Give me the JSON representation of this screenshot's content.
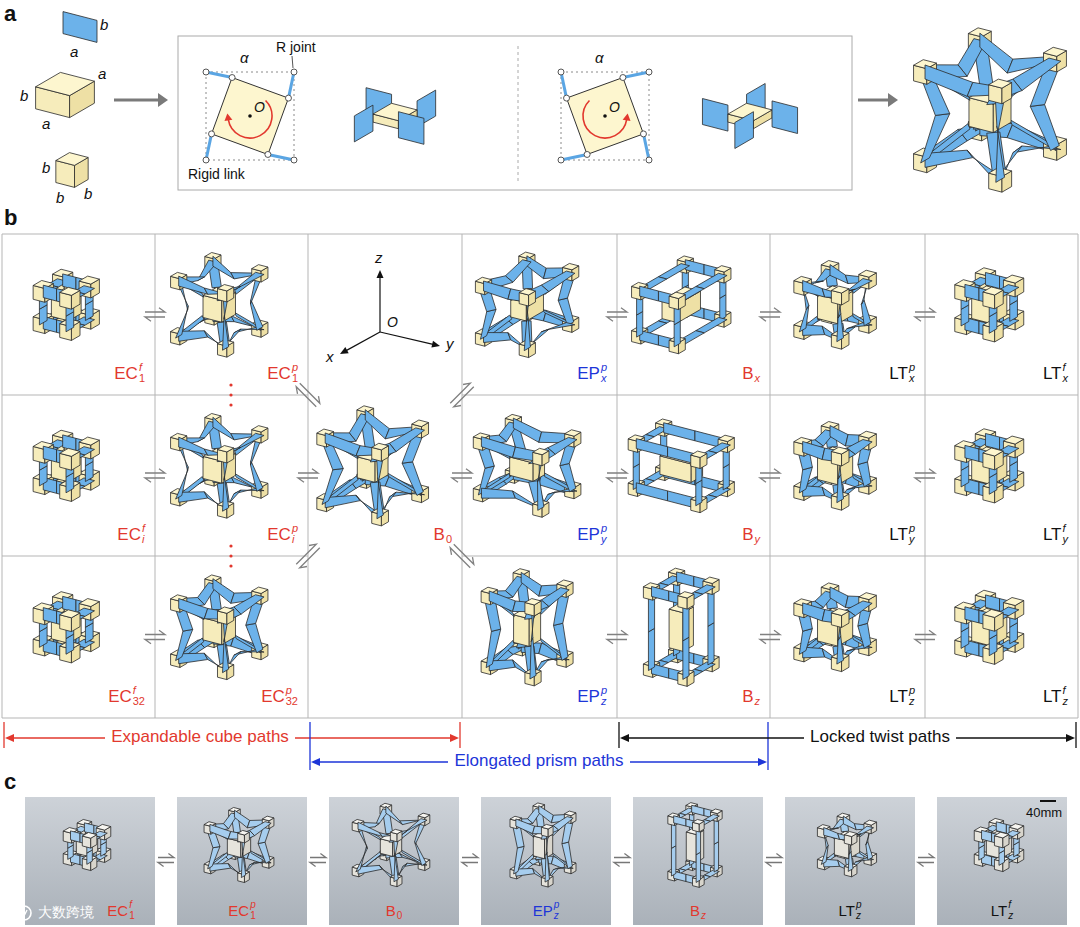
{
  "diagram": {
    "nodes": [
      {
        "text": [
          "EC",
          "1",
          "f"
        ]
      },
      {
        "text": [
          "EC",
          "1",
          "p"
        ]
      },
      {
        "text": [
          "EP",
          "x",
          "p"
        ]
      },
      {
        "text": [
          "B",
          "x"
        ]
      },
      {
        "text": [
          "LT",
          "x",
          "p"
        ]
      },
      {
        "text": [
          "LT",
          "x",
          "f"
        ]
      },
      {
        "text": [
          "EC",
          "i",
          "f"
        ]
      },
      {
        "text": [
          "EC",
          "i",
          "p"
        ]
      },
      {
        "text": [
          "B",
          "0"
        ]
      },
      {
        "text": [
          "EP",
          "y",
          "p"
        ]
      },
      {
        "text": [
          "B",
          "y"
        ]
      },
      {
        "text": [
          "LT",
          "y",
          "p"
        ]
      },
      {
        "text": [
          "LT",
          "y",
          "f"
        ]
      },
      {
        "text": [
          "EC",
          "32",
          "f"
        ]
      },
      {
        "text": [
          "EC",
          "32",
          "p"
        ]
      },
      {
        "text": [
          "EP",
          "z",
          "p"
        ]
      },
      {
        "text": [
          "B",
          "z"
        ]
      },
      {
        "text": [
          "LT",
          "z",
          "p"
        ]
      },
      {
        "text": [
          "LT",
          "z",
          "f"
        ]
      }
    ],
    "edges": [
      {
        "from": 0,
        "to": 1,
        "arrow": "both"
      },
      {
        "from": 2,
        "to": 3,
        "arrow": "both"
      },
      {
        "from": 3,
        "to": 4,
        "arrow": "both"
      },
      {
        "from": 4,
        "to": 5,
        "arrow": "both"
      },
      {
        "from": 6,
        "to": 7,
        "arrow": "both"
      },
      {
        "from": 7,
        "to": 8,
        "arrow": "both"
      },
      {
        "from": 8,
        "to": 9,
        "arrow": "both"
      },
      {
        "from": 9,
        "to": 10,
        "arrow": "both"
      },
      {
        "from": 10,
        "to": 11,
        "arrow": "both"
      },
      {
        "from": 11,
        "to": 12,
        "arrow": "both"
      },
      {
        "from": 13,
        "to": 14,
        "arrow": "both"
      },
      {
        "from": 15,
        "to": 16,
        "arrow": "both"
      },
      {
        "from": 16,
        "to": 17,
        "arrow": "both"
      },
      {
        "from": 17,
        "to": 18,
        "arrow": "both"
      },
      {
        "from": 1,
        "to": 8,
        "arrow": "both"
      },
      {
        "from": 14,
        "to": 8,
        "arrow": "both"
      },
      {
        "from": 8,
        "to": 2,
        "arrow": "both"
      },
      {
        "from": 8,
        "to": 15,
        "arrow": "both"
      }
    ],
    "labels": [
      "a",
      "a",
      "b",
      "b",
      "a",
      "a",
      "b",
      "b",
      "b",
      "α",
      "R joint",
      "O",
      "Rigid link",
      "α",
      "O",
      "b",
      "z",
      "O",
      "x",
      "y",
      "Expandable cube paths",
      "Elongated prism paths",
      "Locked twist paths",
      "c",
      "EC",
      "1",
      "f",
      "EC",
      "1",
      "p",
      "B",
      "0",
      "EP",
      "z",
      "p",
      "B",
      "z",
      "LT",
      "z",
      "p",
      "LT",
      "z",
      "f",
      "40mm",
      "大数跨境"
    ]
  }
}
